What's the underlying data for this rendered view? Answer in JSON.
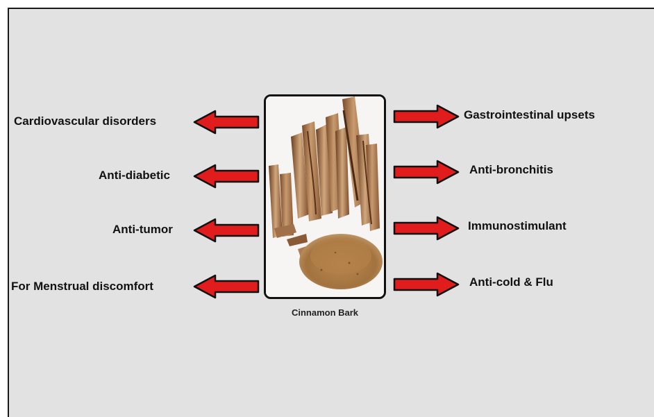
{
  "center": {
    "caption": "Cinnamon Bark",
    "image_subject": "cinnamon sticks and powder"
  },
  "left_items": [
    {
      "label": "Cardiovascular disorders"
    },
    {
      "label": "Anti-diabetic"
    },
    {
      "label": "Anti-tumor"
    },
    {
      "label": "For Menstrual discomfort"
    }
  ],
  "right_items": [
    {
      "label": "Gastrointestinal upsets"
    },
    {
      "label": "Anti-bronchitis"
    },
    {
      "label": "Immunostimulant"
    },
    {
      "label": "Anti-cold & Flu"
    }
  ],
  "colors": {
    "background": "#e2e2e2",
    "arrow_fill": "#e01c1c",
    "arrow_outline": "#111111",
    "text": "#111111"
  }
}
